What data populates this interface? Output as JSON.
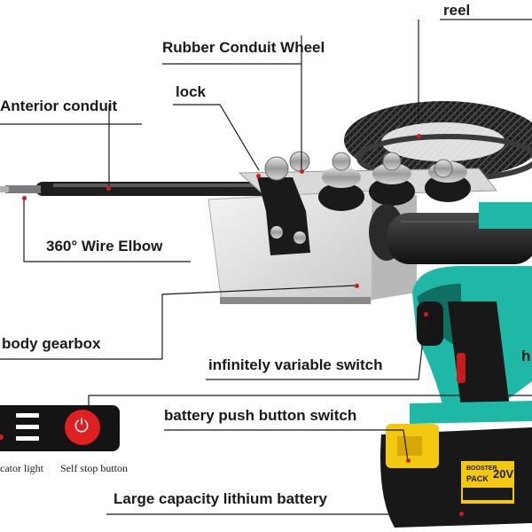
{
  "labels": {
    "reel": "reel",
    "rubber_conduit_wheel": "Rubber Conduit Wheel",
    "lock": "lock",
    "anterior_conduit": "Anterior conduit",
    "wire_elbow": "360° Wire Elbow",
    "body_gearbox": "body gearbox",
    "variable_switch": "infinitely variable switch",
    "handle_partial": "h",
    "battery_push_button": "battery push button switch",
    "lithium_battery": "Large capacity lithium battery"
  },
  "control_panel": {
    "indicator_caption": "cator light",
    "self_stop_caption": "Self stop button",
    "power_icon": "power-icon"
  },
  "battery_print": {
    "line1": "BOOSTER",
    "line2": "PACK",
    "voltage": "20V"
  },
  "colors": {
    "accent_teal": "#1fb8a6",
    "accent_yellow": "#f2c811",
    "stop_button_red": "#e02020",
    "leader_line": "#1a1a1a"
  }
}
